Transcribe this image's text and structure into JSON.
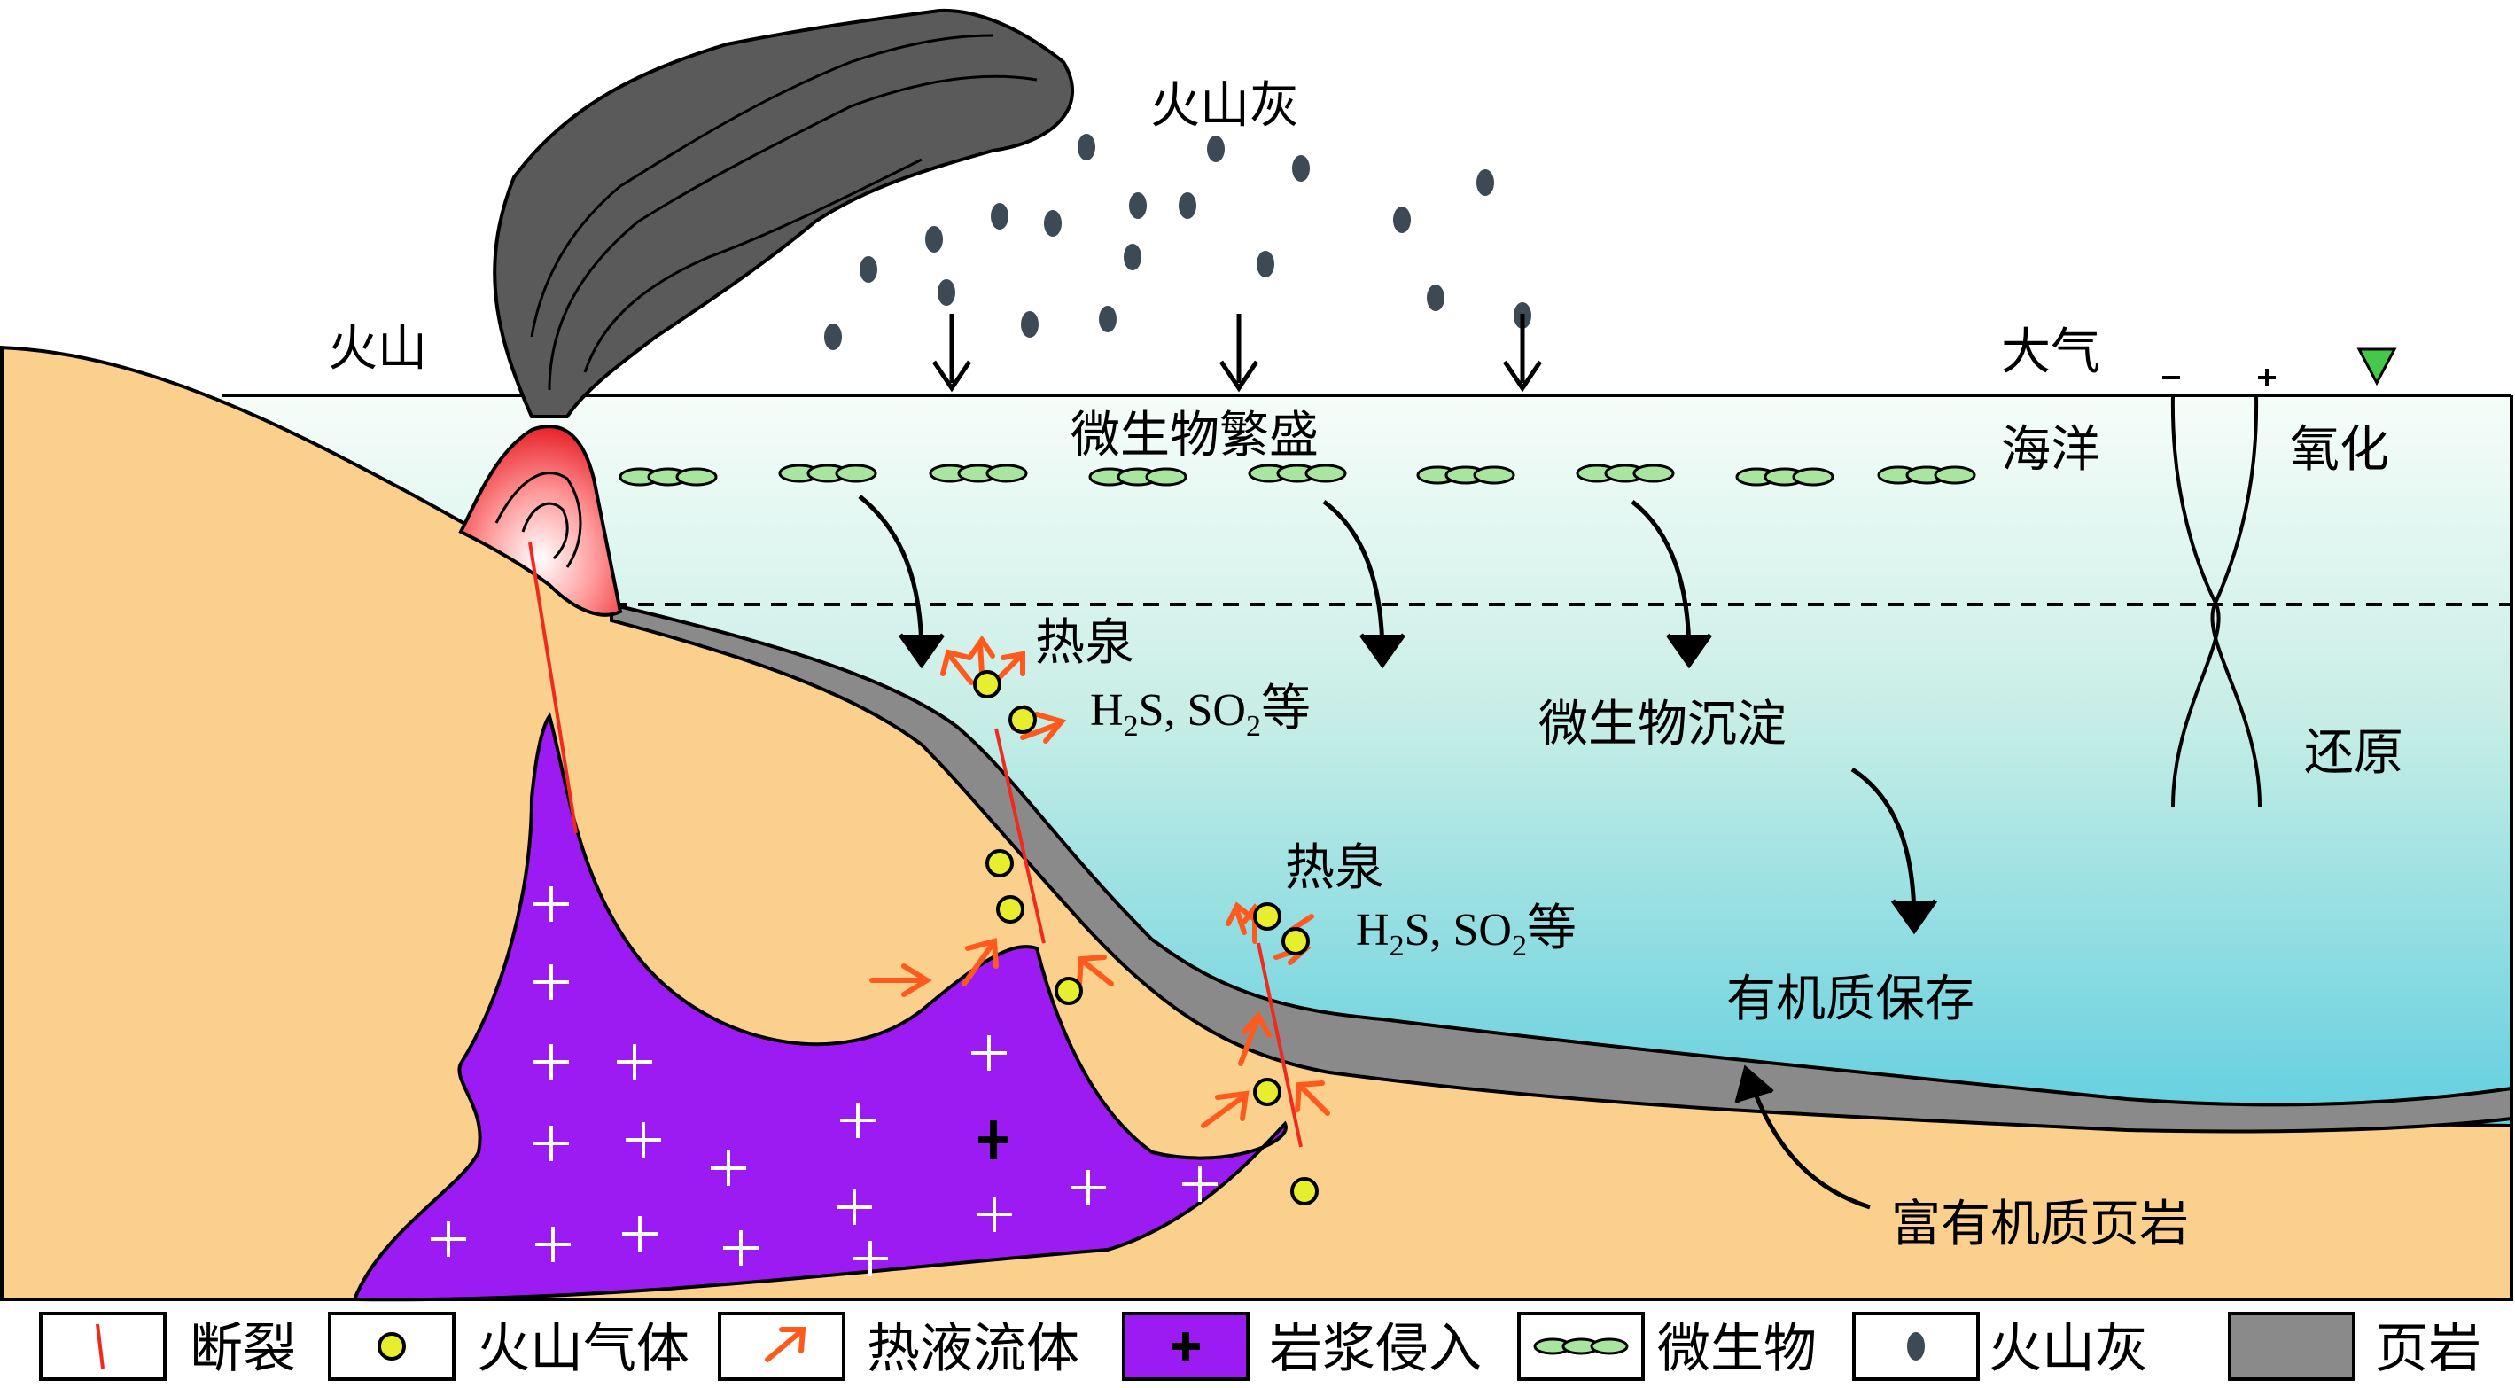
{
  "labels": {
    "volcano": "火山",
    "volcanic_ash": "火山灰",
    "atmosphere": "大气",
    "ocean": "海洋",
    "oxidation": "氧化",
    "reduction": "还原",
    "microbe_bloom": "微生物繁盛",
    "microbe_sedimentation": "微生物沉淀",
    "organic_preservation": "有机质保存",
    "organic_rich_shale": "富有机质页岩",
    "hot_spring_1": "热泉",
    "hot_spring_2": "热泉",
    "gases_1": {
      "h": "H",
      "sub1": "2",
      "mid": "S, SO",
      "sub2": "2",
      "tail": "等"
    },
    "gases_2": {
      "h": "H",
      "sub1": "2",
      "mid": "S, SO",
      "sub2": "2",
      "tail": "等"
    },
    "minus": "-",
    "plus": "+"
  },
  "legend": [
    {
      "icon": "fault-line-icon",
      "label": "断裂"
    },
    {
      "icon": "volcanic-gas-icon",
      "label": "火山气体"
    },
    {
      "icon": "hydrothermal-arrow-icon",
      "label": "热液流体"
    },
    {
      "icon": "magma-intrusion-icon",
      "label": "岩浆侵入"
    },
    {
      "icon": "microbe-icon",
      "label": "微生物"
    },
    {
      "icon": "volcanic-ash-icon",
      "label": "火山灰"
    },
    {
      "icon": "shale-icon",
      "label": "页岩"
    }
  ],
  "colors": {
    "land": "#FAD08C",
    "ocean_top": "#F2FBF6",
    "ocean_bottom": "#3FC4DC",
    "magma": "#9B1BF2",
    "shale": "#8A8A8A",
    "fault": "#EE2B1E",
    "hydro_arrow": "#FF5A1E",
    "gas": "#E6EE2E",
    "microbe": "#A8E6A0",
    "ash": "#3D4A55",
    "oxygen_marker": "#43C84A"
  }
}
